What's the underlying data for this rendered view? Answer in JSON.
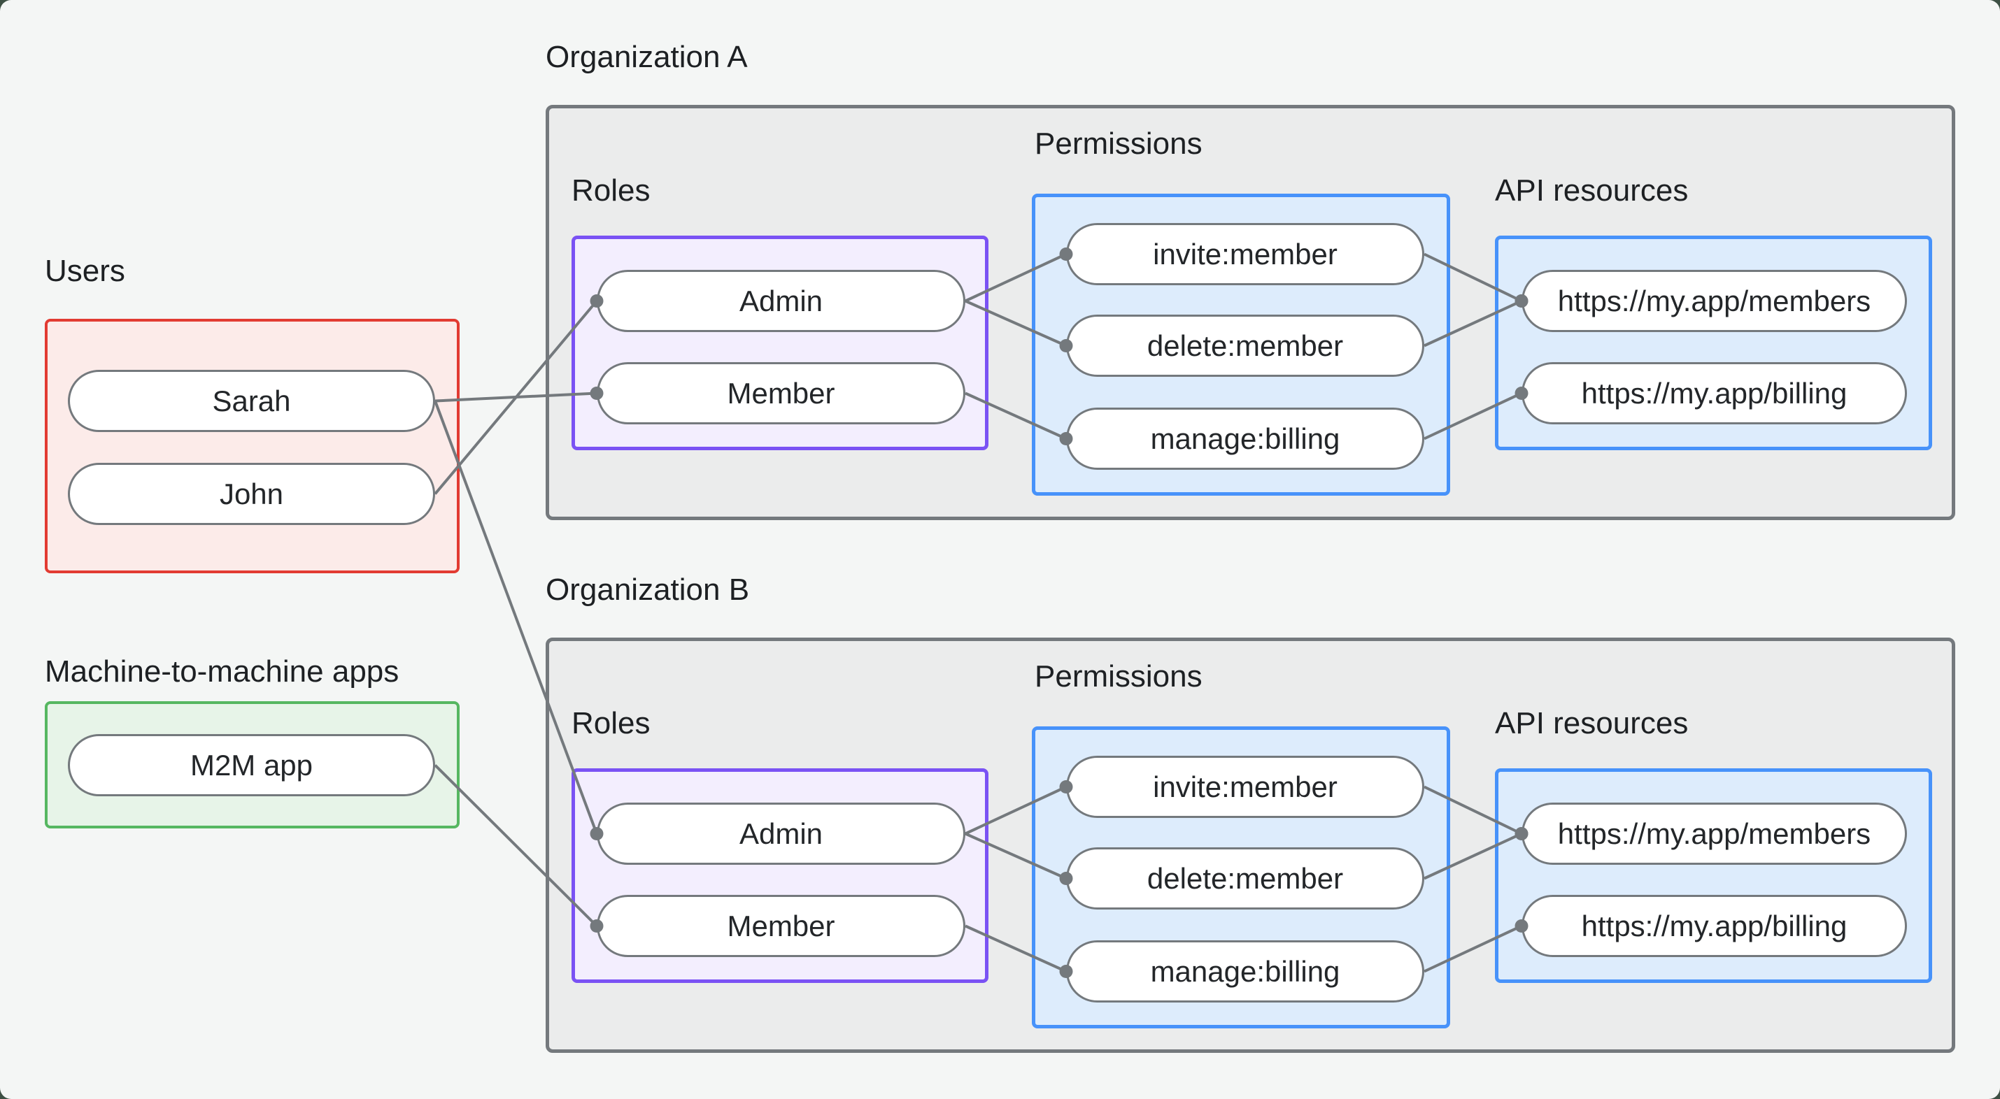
{
  "frame": {
    "background": "#f4f6f5",
    "outside": "#3d5044"
  },
  "palette": {
    "connector": "#74797d",
    "text": "#232629",
    "org_box_fill": "#ebecec",
    "org_box_border": "#74797d",
    "users_fill": "#fcebe9",
    "users_border": "#e23b32",
    "m2m_fill": "#e7f4e8",
    "m2m_border": "#56b761",
    "roles_fill": "#f3eefe",
    "roles_border": "#7a52f4",
    "blue_fill": "#ddecfc",
    "blue_border": "#4792fa",
    "pill_fill": "#ffffff",
    "pill_border": "#74797d"
  },
  "users": {
    "label": "Users",
    "items": [
      {
        "id": "sarah",
        "label": "Sarah"
      },
      {
        "id": "john",
        "label": "John"
      }
    ]
  },
  "m2m": {
    "label": "Machine-to-machine apps",
    "items": [
      {
        "id": "m2m",
        "label": "M2M app"
      }
    ]
  },
  "org_a": {
    "title": "Organization A",
    "roles_label": "Roles",
    "permissions_label": "Permissions",
    "api_label": "API resources",
    "roles": [
      {
        "id": "a-admin",
        "label": "Admin"
      },
      {
        "id": "a-member",
        "label": "Member"
      }
    ],
    "permissions": [
      {
        "id": "a-invite",
        "label": "invite:member"
      },
      {
        "id": "a-delete",
        "label": "delete:member"
      },
      {
        "id": "a-manage",
        "label": "manage:billing"
      }
    ],
    "api_resources": [
      {
        "id": "a-members",
        "label": "https://my.app/members"
      },
      {
        "id": "a-billing",
        "label": "https://my.app/billing"
      }
    ]
  },
  "org_b": {
    "title": "Organization B",
    "roles_label": "Roles",
    "permissions_label": "Permissions",
    "api_label": "API resources",
    "roles": [
      {
        "id": "b-admin",
        "label": "Admin"
      },
      {
        "id": "b-member",
        "label": "Member"
      }
    ],
    "permissions": [
      {
        "id": "b-invite",
        "label": "invite:member"
      },
      {
        "id": "b-delete",
        "label": "delete:member"
      },
      {
        "id": "b-manage",
        "label": "manage:billing"
      }
    ],
    "api_resources": [
      {
        "id": "b-members",
        "label": "https://my.app/members"
      },
      {
        "id": "b-billing",
        "label": "https://my.app/billing"
      }
    ]
  },
  "edges": [
    {
      "from": "john",
      "to": "a-admin"
    },
    {
      "from": "sarah",
      "to": "a-member"
    },
    {
      "from": "sarah",
      "to": "b-admin"
    },
    {
      "from": "m2m",
      "to": "b-member"
    },
    {
      "from": "a-admin",
      "to": "a-invite"
    },
    {
      "from": "a-admin",
      "to": "a-delete"
    },
    {
      "from": "a-member",
      "to": "a-manage"
    },
    {
      "from": "a-invite",
      "to": "a-members"
    },
    {
      "from": "a-delete",
      "to": "a-members"
    },
    {
      "from": "a-manage",
      "to": "a-billing"
    },
    {
      "from": "b-admin",
      "to": "b-invite"
    },
    {
      "from": "b-admin",
      "to": "b-delete"
    },
    {
      "from": "b-member",
      "to": "b-manage"
    },
    {
      "from": "b-invite",
      "to": "b-members"
    },
    {
      "from": "b-delete",
      "to": "b-members"
    },
    {
      "from": "b-manage",
      "to": "b-billing"
    }
  ]
}
